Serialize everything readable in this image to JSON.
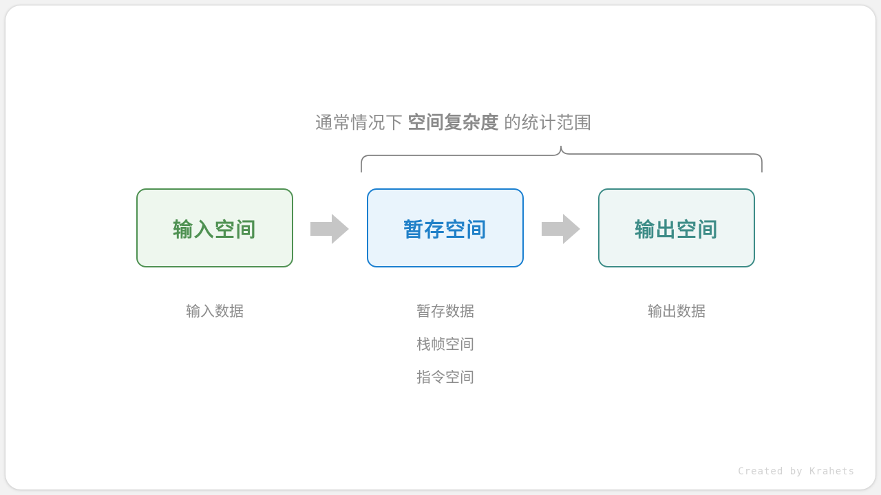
{
  "brace_title": {
    "prefix": "通常情况下",
    "emphasis": "空间复杂度",
    "suffix": "的统计范围"
  },
  "boxes": [
    {
      "label": "输入空间",
      "accent": "#4f9152",
      "fill": "#eef7ee",
      "name": "input-space"
    },
    {
      "label": "暂存空间",
      "accent": "#2080c8",
      "fill": "#e9f4fc",
      "name": "temp-space"
    },
    {
      "label": "输出空间",
      "accent": "#3d8c87",
      "fill": "#eef6f5",
      "name": "output-space"
    }
  ],
  "arrows": [
    {
      "label": "flow-arrow-input-to-temp"
    },
    {
      "label": "flow-arrow-temp-to-output"
    }
  ],
  "captions": {
    "input": [
      "输入数据"
    ],
    "temp": [
      "暂存数据",
      "栈帧空间",
      "指令空间"
    ],
    "output": [
      "输出数据"
    ]
  },
  "caption_lines": {
    "input_0": "输入数据",
    "temp_0": "暂存数据",
    "temp_1": "栈帧空间",
    "temp_2": "指令空间",
    "output_0": "输出数据"
  },
  "watermark": "Created by Krahets",
  "colors": {
    "arrow_gray": "#c6c6c6",
    "brace_gray": "#808080",
    "text_gray": "#8c8c8c",
    "card_bg": "#ffffff",
    "page_bg": "#f2f2f2"
  }
}
